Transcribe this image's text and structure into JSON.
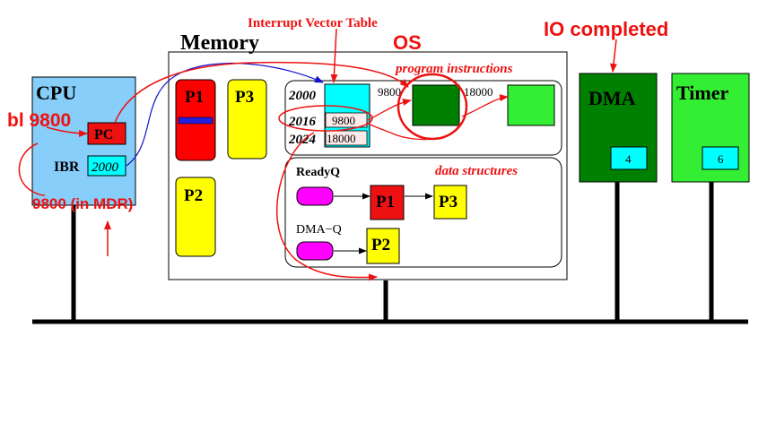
{
  "annotations": {
    "interrupt_vector_table": "Interrupt Vector Table",
    "os": "OS",
    "io_completed": "IO completed",
    "bl_9800": "bl 9800",
    "in_mdr": "9800 (in MDR)",
    "program_instructions": "program instructions",
    "data_structures": "data structures"
  },
  "cpu": {
    "title": "CPU",
    "pc_label": "PC",
    "ibr_label": "IBR",
    "ibr_value": "2000"
  },
  "memory": {
    "title": "Memory",
    "processes": {
      "p1": "P1",
      "p2": "P2",
      "p3": "P3"
    },
    "ivt": {
      "addresses": [
        "2000",
        "2016",
        "2024"
      ],
      "entries": [
        "",
        "9800",
        "18000"
      ]
    },
    "handler_labels": {
      "addr_9800": "9800",
      "addr_18000": "18000"
    },
    "ready_queue": {
      "label": "ReadyQ",
      "items": [
        "P1",
        "P3"
      ]
    },
    "dma_queue": {
      "label": "DMA−Q",
      "items": [
        "P2"
      ]
    }
  },
  "devices": {
    "dma": {
      "title": "DMA",
      "value": "4"
    },
    "timer": {
      "title": "Timer",
      "value": "6"
    }
  },
  "colors": {
    "annotation_red": "#ee1111",
    "cpu_blue": "#87cefa",
    "cyan": "#00ffff",
    "process_red": "#ff0000",
    "process_yellow": "#ffff00",
    "dma_green": "#008000",
    "timer_green": "#33ee33",
    "queue_magenta": "#ff00ff",
    "bus_black": "#000000"
  }
}
